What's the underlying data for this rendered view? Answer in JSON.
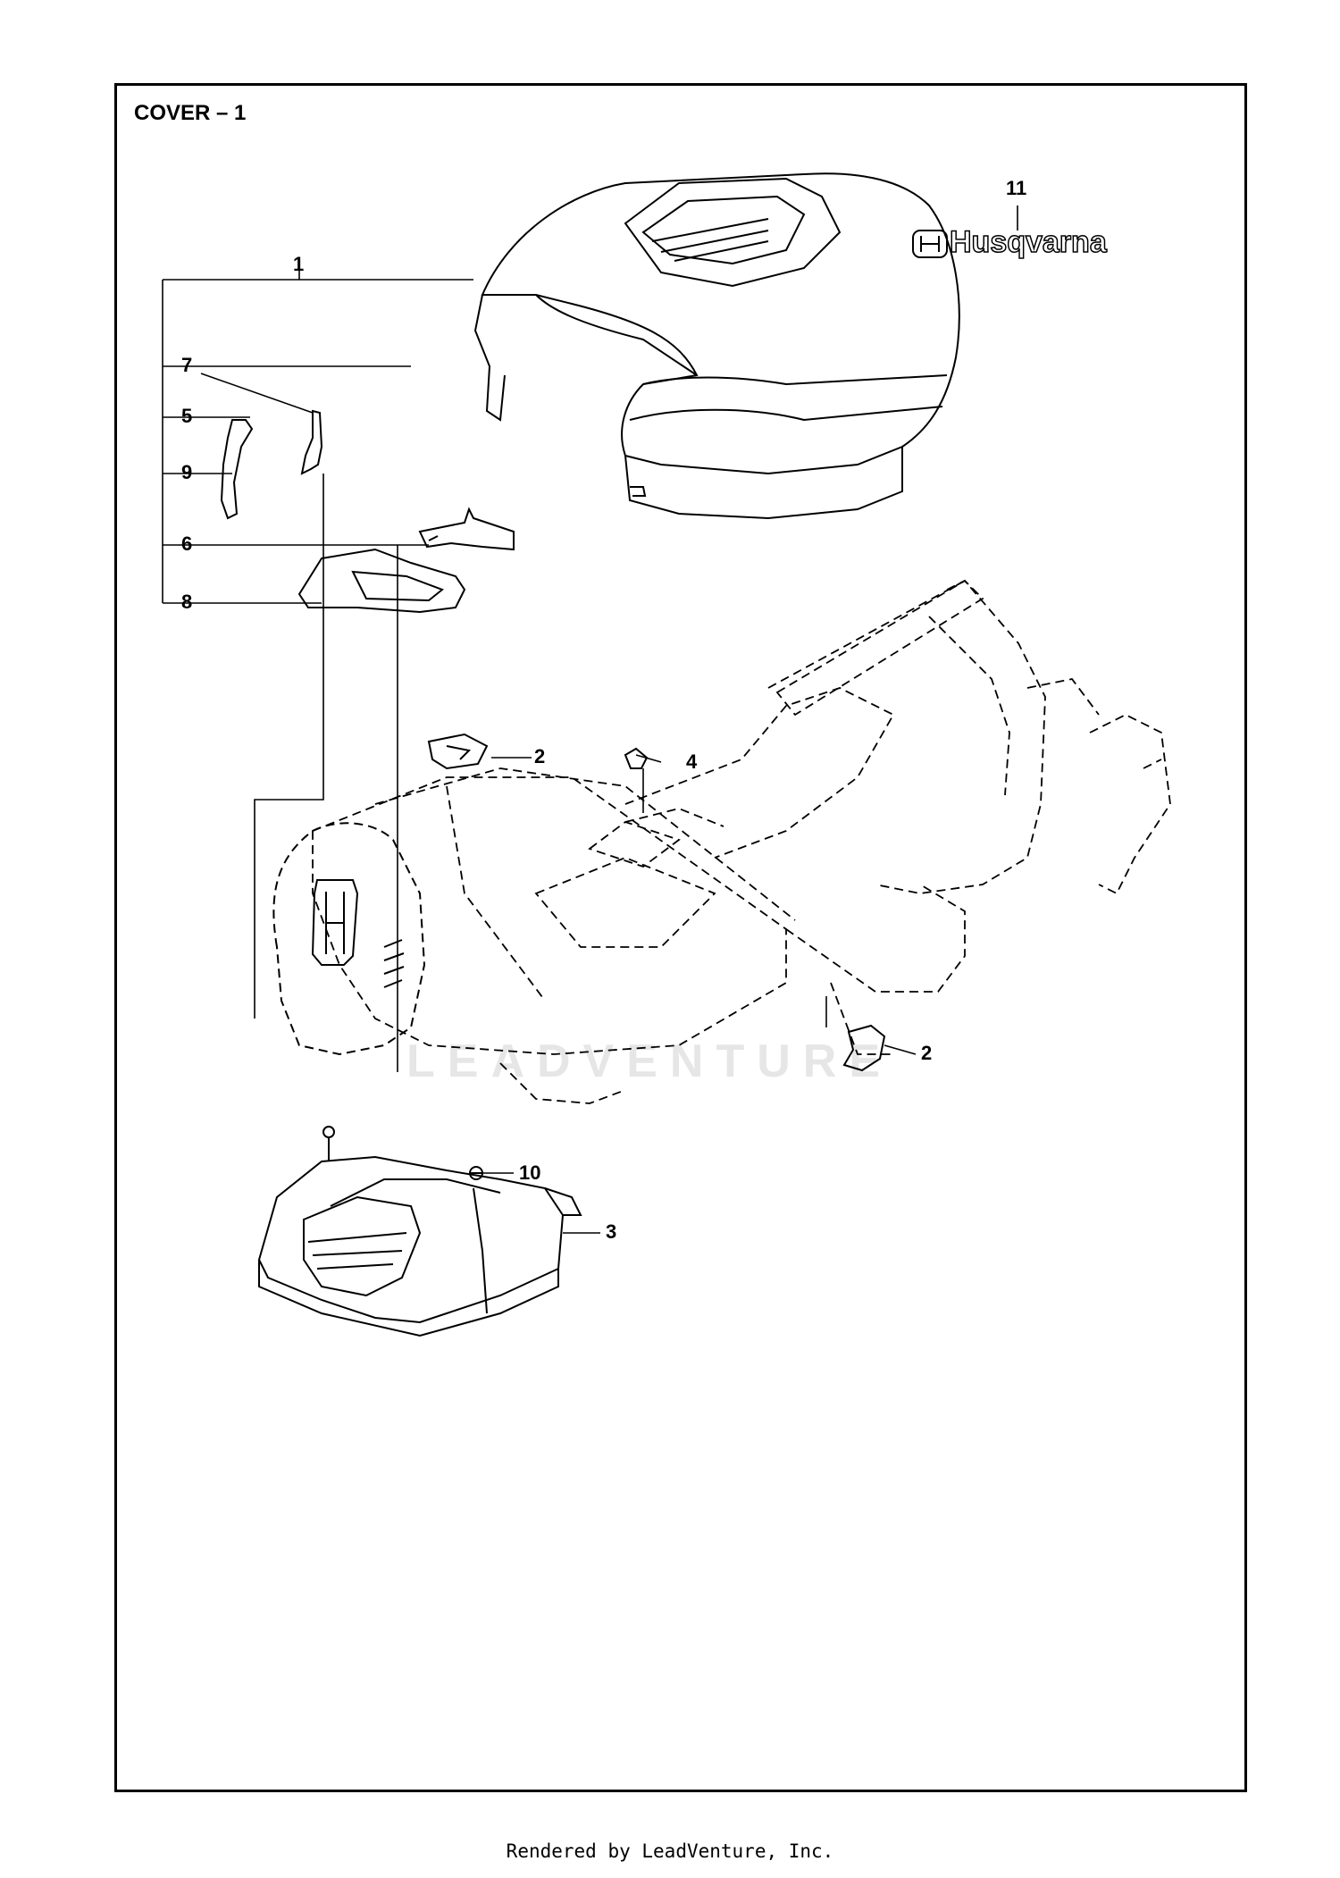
{
  "diagram": {
    "title": "COVER – 1",
    "brand_logo_text": "Husqvarna",
    "watermark_text": "LEADVENTURE",
    "callouts": [
      {
        "id": "c1",
        "label": "1"
      },
      {
        "id": "c7",
        "label": "7"
      },
      {
        "id": "c5",
        "label": "5"
      },
      {
        "id": "c9",
        "label": "9"
      },
      {
        "id": "c6",
        "label": "6"
      },
      {
        "id": "c8",
        "label": "8"
      },
      {
        "id": "c11",
        "label": "11"
      },
      {
        "id": "c2a",
        "label": "2"
      },
      {
        "id": "c4",
        "label": "4"
      },
      {
        "id": "c2b",
        "label": "2"
      },
      {
        "id": "c10",
        "label": "10"
      },
      {
        "id": "c3",
        "label": "3"
      }
    ]
  },
  "footer": {
    "text": "Rendered by LeadVenture, Inc."
  }
}
